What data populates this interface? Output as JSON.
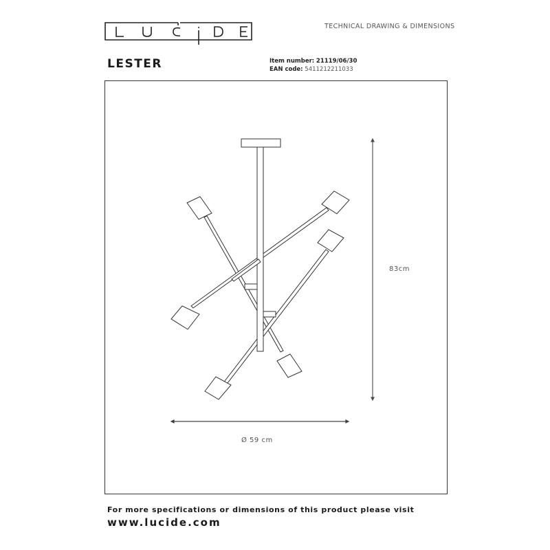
{
  "header": {
    "brand": "LUCIDE",
    "document_type": "TECHNICAL DRAWING & DIMENSIONS"
  },
  "product": {
    "name": "LESTER",
    "item_number_label": "Item number:",
    "item_number": "21119/06/30",
    "ean_label": "EAN code:",
    "ean": "5411212211033"
  },
  "drawing": {
    "height_label": "83cm",
    "diameter_label": "Ø 59 cm",
    "lamp_heads": 6,
    "line_color": "#333333"
  },
  "footer": {
    "text": "For more specifications or dimensions of this product please visit",
    "url": "www.lucide.com"
  }
}
